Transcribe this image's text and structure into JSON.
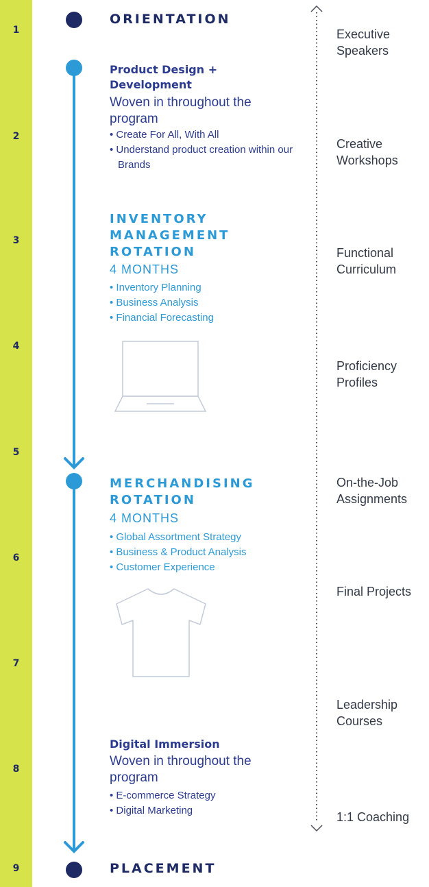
{
  "months": [
    "1",
    "2",
    "3",
    "4",
    "5",
    "6",
    "7",
    "8",
    "9"
  ],
  "milestones": {
    "start": "ORIENTATION",
    "end": "PLACEMENT"
  },
  "product_design": {
    "title": "Product Design + Development",
    "desc": "Woven in throughout the program",
    "bullets": [
      "• Create For All, With All",
      "• Understand product creation within our Brands"
    ]
  },
  "inventory": {
    "title": "INVENTORY MANAGEMENT ROTATION",
    "duration": "4 MONTHS",
    "bullets": [
      "• Inventory Planning",
      "• Business Analysis",
      "• Financial Forecasting"
    ],
    "icon": "laptop-icon"
  },
  "merchandising": {
    "title": "MERCHANDISING ROTATION",
    "duration": "4 MONTHS",
    "bullets": [
      "• Global Assortment Strategy",
      "• Business & Product Analysis",
      "• Customer Experience"
    ],
    "icon": "tshirt-icon"
  },
  "digital": {
    "title": "Digital Immersion",
    "desc": "Woven in throughout the program",
    "bullets": [
      "• E-commerce Strategy",
      "• Digital Marketing"
    ]
  },
  "support_items": [
    "Executive Speakers",
    "Creative Workshops",
    "Functional Curriculum",
    "Proficiency Profiles",
    "On-the-Job Assignments",
    "Final Projects",
    "Leadership Courses",
    "1:1 Coaching"
  ],
  "colors": {
    "lime": "#d7e34a",
    "navy": "#1e2a63",
    "blue": "#2c9ad6",
    "indigo": "#2b3b8f"
  }
}
